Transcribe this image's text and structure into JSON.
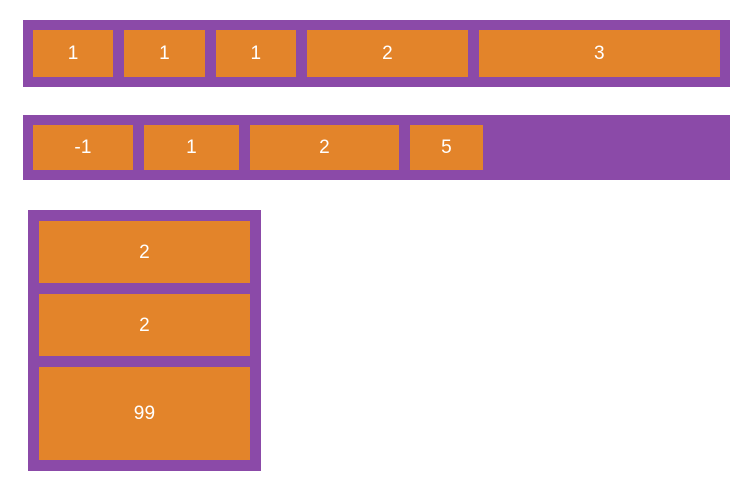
{
  "theme": {
    "background": "#ffffff",
    "container_color": "#8b4aa8",
    "item_color": "#e3842a",
    "item_text_color": "#ffffff"
  },
  "blocks": [
    {
      "name": "flex-grow-row",
      "direction": "row",
      "items": [
        {
          "label": "1"
        },
        {
          "label": "1"
        },
        {
          "label": "1"
        },
        {
          "label": "2"
        },
        {
          "label": "3"
        }
      ]
    },
    {
      "name": "flex-basis-row",
      "direction": "row",
      "items": [
        {
          "label": "-1"
        },
        {
          "label": "1"
        },
        {
          "label": "2"
        },
        {
          "label": "5"
        }
      ]
    },
    {
      "name": "flex-grow-column",
      "direction": "column",
      "items": [
        {
          "label": "2"
        },
        {
          "label": "2"
        },
        {
          "label": "99"
        }
      ]
    }
  ]
}
